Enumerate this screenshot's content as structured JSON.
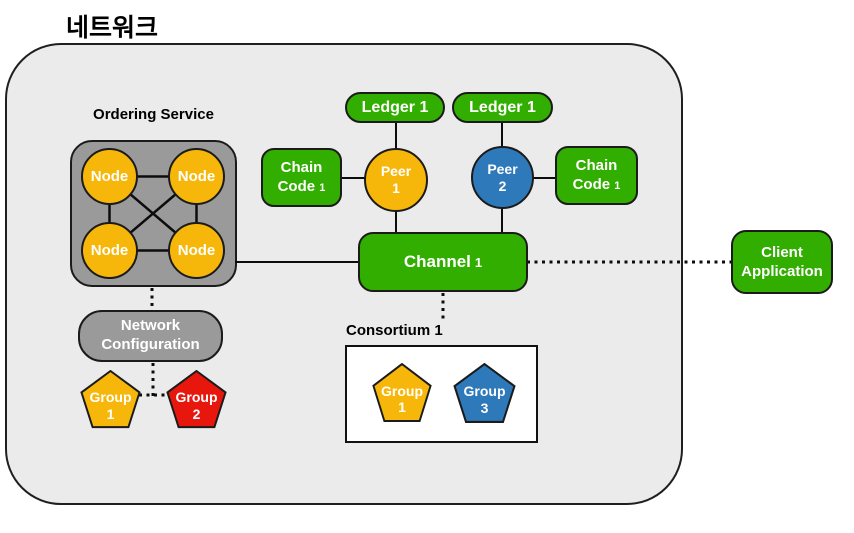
{
  "title": "네트워크",
  "colors": {
    "green": "#32ae01",
    "yellow": "#f6b70a",
    "blue": "#2e79ba",
    "red": "#e8170d",
    "gray": "#9a9a9a",
    "container_fill": "#ebebeb"
  },
  "ordering_service": {
    "label": "Ordering Service",
    "nodes": [
      "Node",
      "Node",
      "Node",
      "Node"
    ]
  },
  "network_configuration": {
    "line1": "Network",
    "line2": "Configuration"
  },
  "network_groups": [
    {
      "line1": "Group",
      "line2": "1",
      "color": "#f6b70a"
    },
    {
      "line1": "Group",
      "line2": "2",
      "color": "#e8170d"
    }
  ],
  "ledgers": [
    {
      "label": "Ledger 1"
    },
    {
      "label": "Ledger 1"
    }
  ],
  "chaincodes": [
    {
      "line1": "Chain",
      "line2": "Code",
      "number": "1"
    },
    {
      "line1": "Chain",
      "line2": "Code",
      "number": "1"
    }
  ],
  "peers": [
    {
      "line1": "Peer",
      "line2": "1",
      "color": "#f6b70a"
    },
    {
      "line1": "Peer",
      "line2": "2",
      "color": "#2e79ba"
    }
  ],
  "channel": {
    "label": "Channel",
    "number": "1"
  },
  "client_application": {
    "line1": "Client",
    "line2": "Application"
  },
  "consortium": {
    "label": "Consortium 1",
    "groups": [
      {
        "line1": "Group",
        "line2": "1",
        "color": "#f6b70a"
      },
      {
        "line1": "Group",
        "line2": "3",
        "color": "#2e79ba"
      }
    ]
  }
}
